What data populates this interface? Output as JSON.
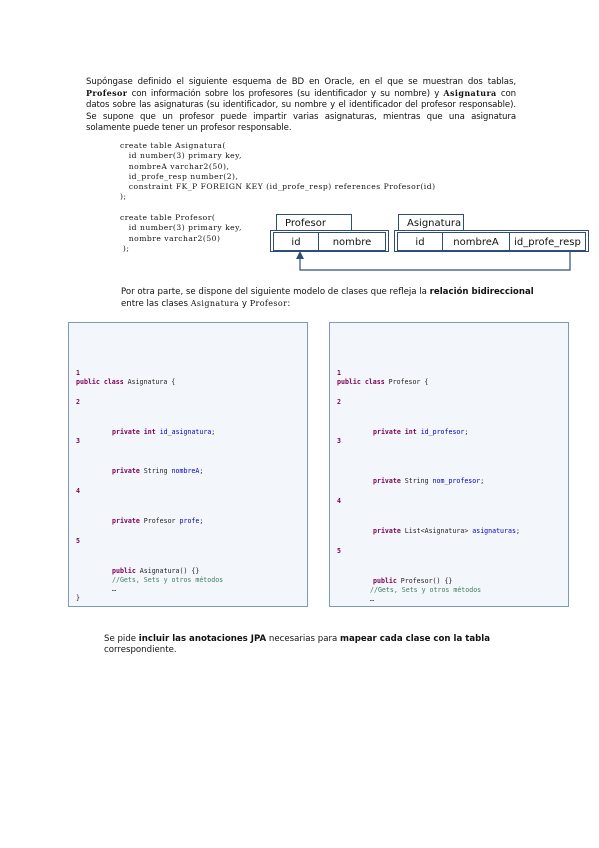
{
  "intro": {
    "p1": "Supóngase definido el siguiente esquema de BD en Oracle, en el que se muestran dos tablas,",
    "profesor_word": "Profesor",
    "p2": " con información sobre los profesores (su identificador y su nombre) y ",
    "asignatura_word": "Asignatura",
    "p3": " con datos sobre las asignaturas (su identificador, su nombre y el identificador del profesor responsable). Se supone que un profesor puede impartir varias asignaturas, mientras que una asignatura solamente puede tener un profesor responsable."
  },
  "sql": {
    "asignatura": "create table Asignatura(\n   id number(3) primary key,\n   nombreA varchar2(50),\n   id_profe_resp number(2),\n   constraint FK_P FOREIGN KEY (id_profe_resp) references Profesor(id)\n);",
    "profesor": "create table Profesor(\n   id number(3) primary key,\n   nombre varchar2(50)\n );"
  },
  "schema": {
    "profesor": {
      "title": "Profesor",
      "columns": [
        "id",
        "nombre"
      ]
    },
    "asignatura": {
      "title": "Asignatura",
      "columns": [
        "id",
        "nombreA",
        "id_profe_resp"
      ]
    },
    "colors": {
      "border": "#2e4d7a"
    }
  },
  "para2": {
    "a": "Por otra parte, se dispone del siguiente modelo de clases que refleja la ",
    "b": "relación bidireccional",
    "c": " entre las clases ",
    "d": "Asignatura",
    "e": " y ",
    "f": "Profesor",
    "g": ":"
  },
  "code_left": {
    "n1": "1",
    "n2": "2",
    "n3": "3",
    "n4": "4",
    "n5": "5",
    "kw_public": "public",
    "kw_class": "class",
    "class_name": " Asignatura {",
    "kw_private": "private",
    "kw_int": "int",
    "f1": "id_asignatura",
    "t2": " String ",
    "f2": "nombreA",
    "t3": " Profesor ",
    "f3": "profe",
    "ctor": " Asignatura() {}",
    "comment": "//Gets, Sets y otros métodos",
    "ellipsis": "…",
    "close": "}"
  },
  "code_right": {
    "n1": "1",
    "n2": "2",
    "n3": "3",
    "n4": "4",
    "n5": "5",
    "kw_public": "public",
    "kw_class": "class",
    "class_name": " Profesor {",
    "kw_private": "private",
    "kw_int": "int",
    "f1": "id_profesor",
    "t2": " String ",
    "f2": "nom_profesor",
    "t3": " List<Asignatura> ",
    "f3": "asignaturas",
    "ctor": " Profesor() {}",
    "comment": "//Gets, Sets y otros métodos",
    "ellipsis": "…"
  },
  "final": {
    "a": "Se pide ",
    "b": "incluir las anotaciones JPA",
    "c": " necesarias para ",
    "d": "mapear cada clase con la tabla",
    "e": " correspondiente."
  }
}
